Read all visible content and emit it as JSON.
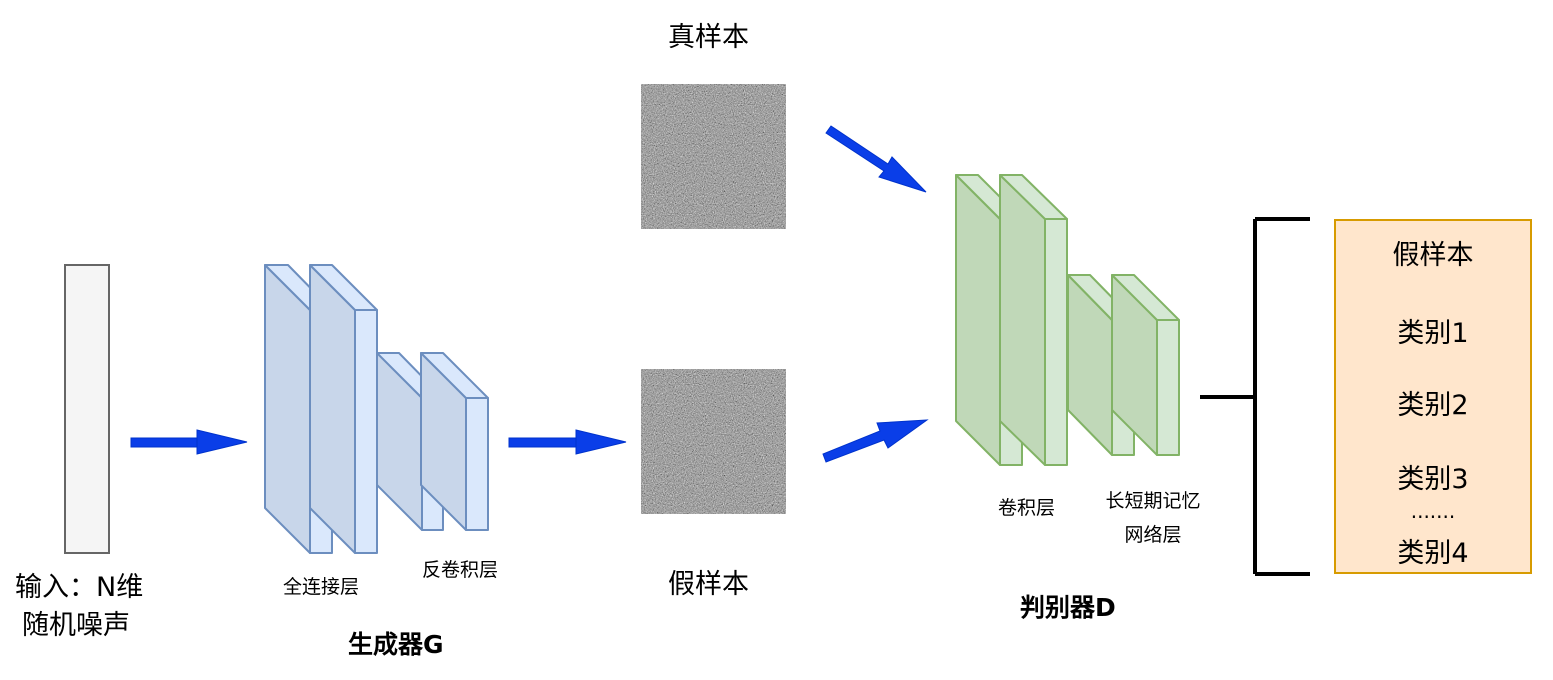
{
  "labels": {
    "input_line1": "输入：N维",
    "input_line2": "随机噪声",
    "fc_layer": "全连接层",
    "deconv_layer": "反卷积层",
    "generator": "生成器G",
    "real_sample": "真样本",
    "fake_sample": "假样本",
    "conv_layer": "卷积层",
    "lstm_line1": "长短期记忆",
    "lstm_line2": "网络层",
    "discriminator": "判别器D"
  },
  "output": {
    "items": [
      "假样本",
      "类别1",
      "类别2",
      "类别3",
      "类别4"
    ],
    "ellipsis": "......."
  },
  "colors": {
    "arrow": "#0a3ee8",
    "generator_fill": "#c8d6ea",
    "generator_stroke": "#6c8ebf",
    "discriminator_fill": "#c9dcc0",
    "discriminator_stroke": "#82b366",
    "input_fill": "#f5f5f5",
    "input_stroke": "#666666",
    "output_fill": "#ffe6cc",
    "output_stroke": "#d79b00"
  }
}
